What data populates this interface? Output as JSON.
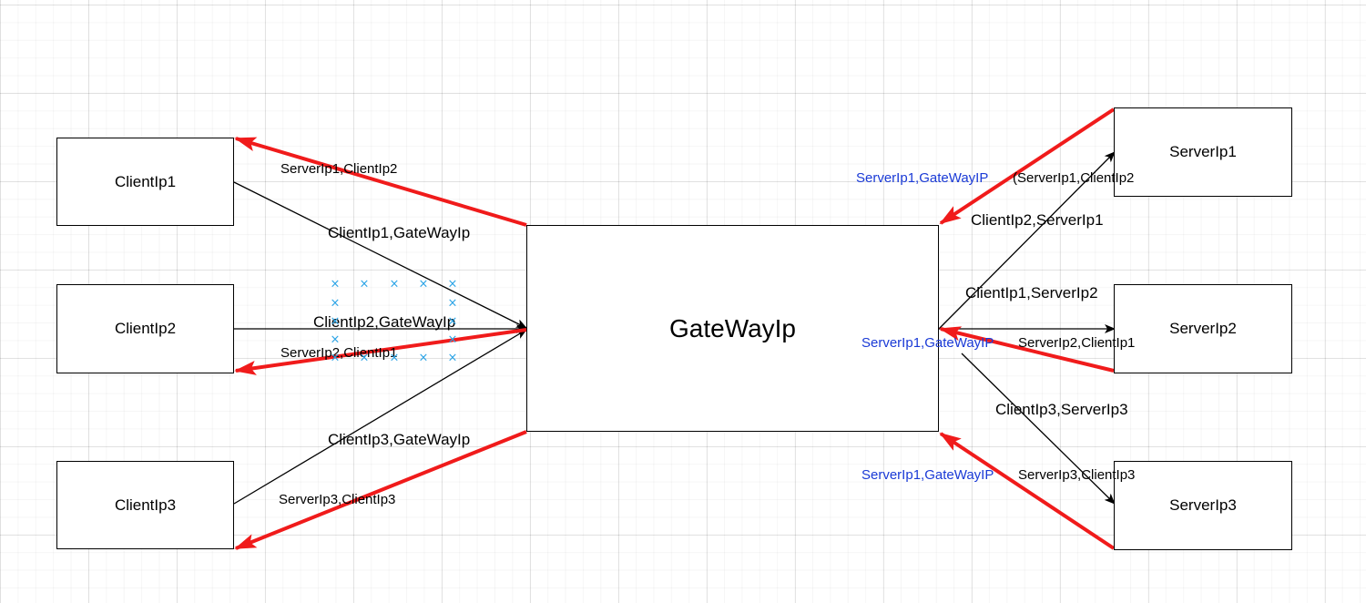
{
  "nodes": {
    "client1": "ClientIp1",
    "client2": "ClientIp2",
    "client3": "ClientIp3",
    "gateway": "GateWayIp",
    "server1": "ServerIp1",
    "server2": "ServerIp2",
    "server3": "ServerIp3"
  },
  "edges": {
    "c1_to_gw": "ClientIp1,GateWayIp",
    "c2_to_gw": "ClientIp2,GateWayIp",
    "c3_to_gw": "ClientIp3,GateWayIp",
    "gw_to_c1": "ServerIp1,ClientIp2",
    "gw_to_c2": "ServerIp2,ClientIp1",
    "gw_to_c3": "ServerIp3,ClientIp3",
    "gw_to_s1": "ClientIp2,ServerIp1",
    "gw_to_s2": "ClientIp1,ServerIp2",
    "gw_to_s3": "ClientIp3,ServerIp3",
    "s1_to_gw": "(ServerIp1,ClientIp2",
    "s2_to_gw": "ServerIp2,ClientIp1",
    "s3_to_gw": "ServerIp3,ClientIp3",
    "s1_to_gw_rewritten": "ServerIp1,GateWayIP",
    "s2_to_gw_rewritten": "ServerIp1,GateWayIP",
    "s3_to_gw_rewritten": "ServerIp1,GateWayIP"
  },
  "colors": {
    "response_arrow": "#f01b1b",
    "request_arrow": "#000000",
    "rewritten_label": "#1a3ad6",
    "selection_marker": "#29a3e6"
  }
}
